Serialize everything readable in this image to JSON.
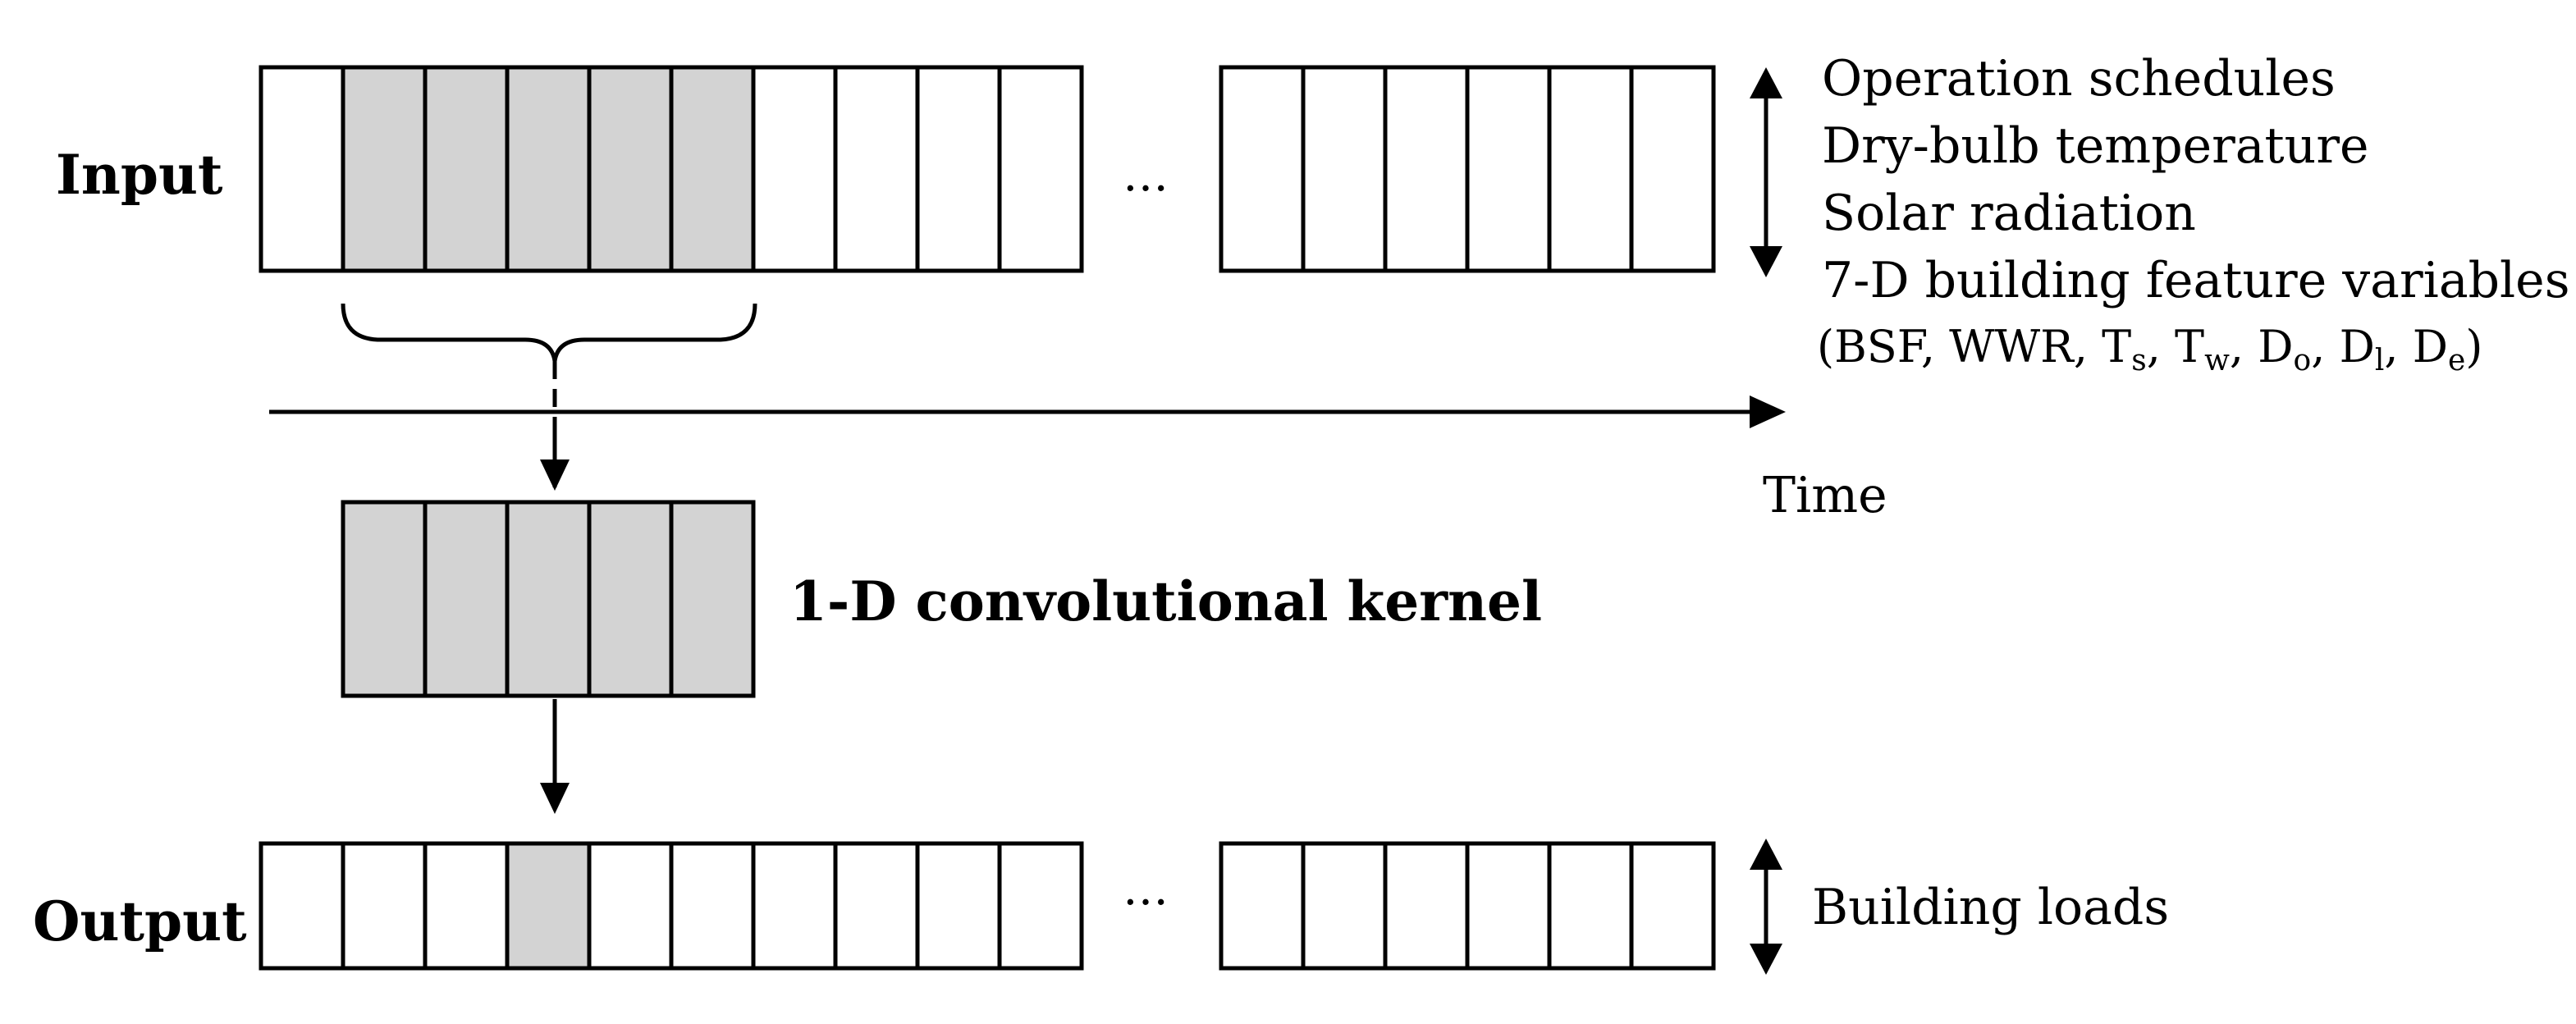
{
  "labels": {
    "input": "Input",
    "output": "Output",
    "kernel": "1-D convolutional kernel",
    "time": "Time",
    "ellipsis": "…"
  },
  "input_features": [
    "Operation schedules",
    "Dry-bulb temperature",
    "Solar radiation",
    "7-D building feature variables"
  ],
  "feature_vars": {
    "open": "(",
    "bsf": "BSF",
    "wwr": "WWR",
    "t": "T",
    "s": "s",
    "w": "w",
    "d": "D",
    "o": "o",
    "l": "l",
    "e": "e",
    "sep": ", ",
    "close": ")"
  },
  "output_feature": "Building loads",
  "sequences": {
    "input_left_cells": 10,
    "input_right_cells": 6,
    "kernel_cells": 5,
    "output_left_cells": 10,
    "output_right_cells": 6,
    "input_shaded": [
      1,
      2,
      3,
      4,
      5
    ],
    "output_shaded": [
      3
    ]
  },
  "colors": {
    "shade": "#d3d3d3",
    "stroke": "#000000",
    "background": "#ffffff"
  }
}
